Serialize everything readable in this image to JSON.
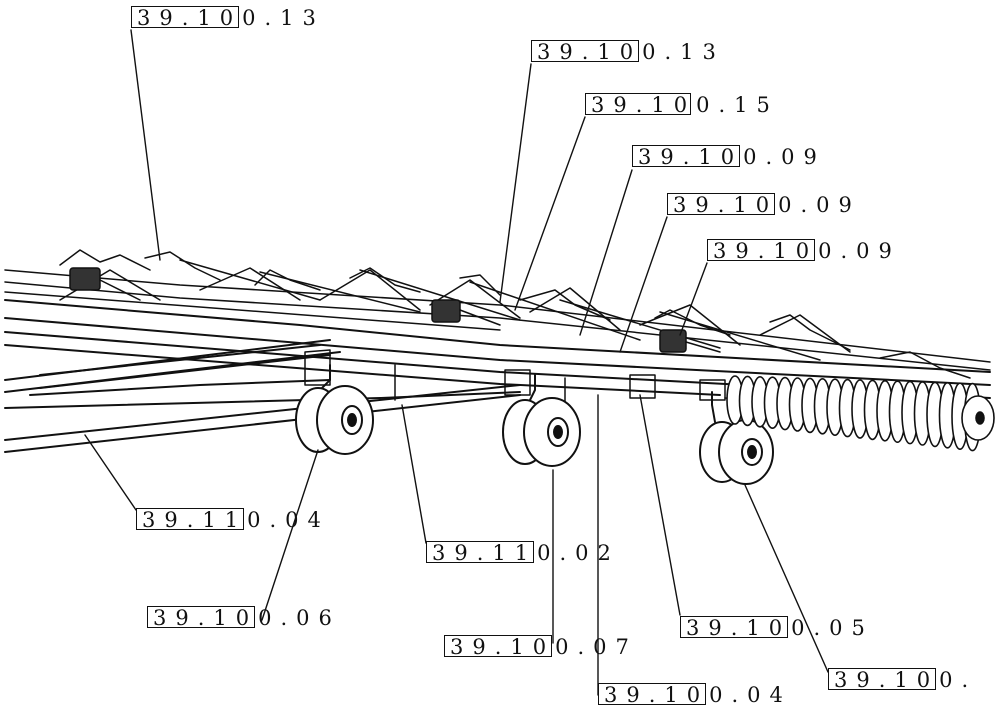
{
  "diagram": {
    "callouts": [
      {
        "id": "c1",
        "label": "39.100.13"
      },
      {
        "id": "c2",
        "label": "39.100.13"
      },
      {
        "id": "c3",
        "label": "39.100.15"
      },
      {
        "id": "c4",
        "label": "39.100.09"
      },
      {
        "id": "c5",
        "label": "39.100.09"
      },
      {
        "id": "c6",
        "label": "39.100.09"
      },
      {
        "id": "c7",
        "label": "39.110.04"
      },
      {
        "id": "c8",
        "label": "39.110.02"
      },
      {
        "id": "c9",
        "label": "39.100.06"
      },
      {
        "id": "c10",
        "label": "39.100.07"
      },
      {
        "id": "c11",
        "label": "39.100.05"
      },
      {
        "id": "c12",
        "label": "39.100.04"
      },
      {
        "id": "c13",
        "label": "39.100."
      }
    ]
  }
}
